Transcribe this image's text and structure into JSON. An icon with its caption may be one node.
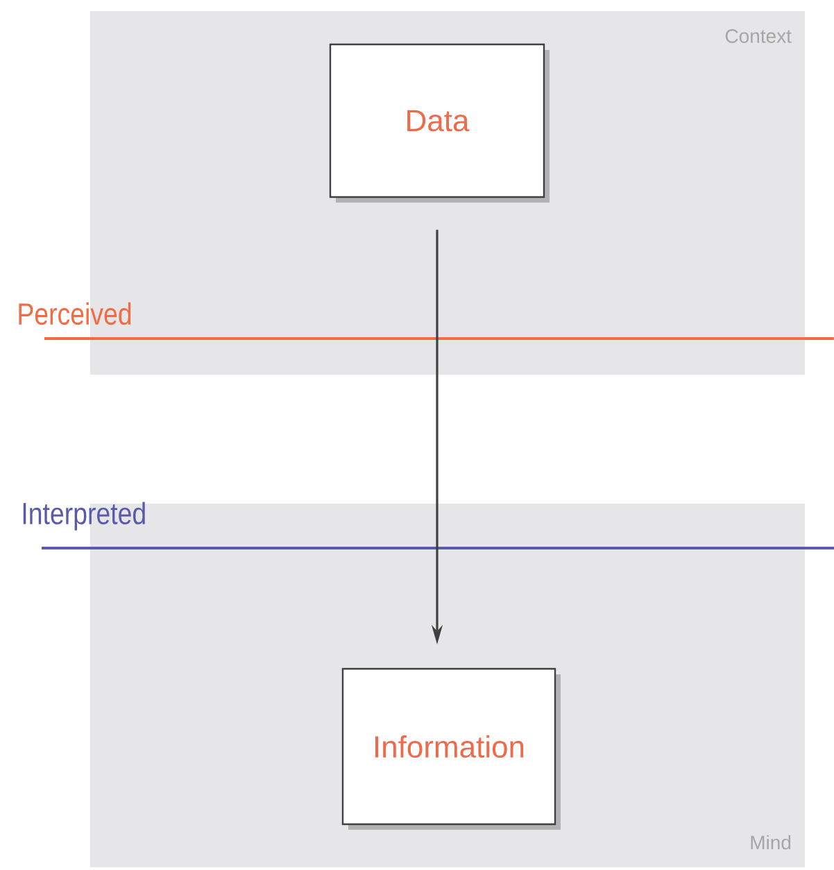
{
  "diagram": {
    "nodes": [
      {
        "text": [
          "Context"
        ]
      },
      {
        "text": [
          "Data"
        ],
        "in": 0
      },
      {
        "text": [
          "Mind"
        ]
      },
      {
        "text": [
          "Information"
        ],
        "in": 2
      }
    ],
    "edges": [
      {
        "from": 1,
        "to": 3,
        "arrow": "to"
      }
    ],
    "labels": [
      "Perceived",
      "Interpreted"
    ]
  }
}
